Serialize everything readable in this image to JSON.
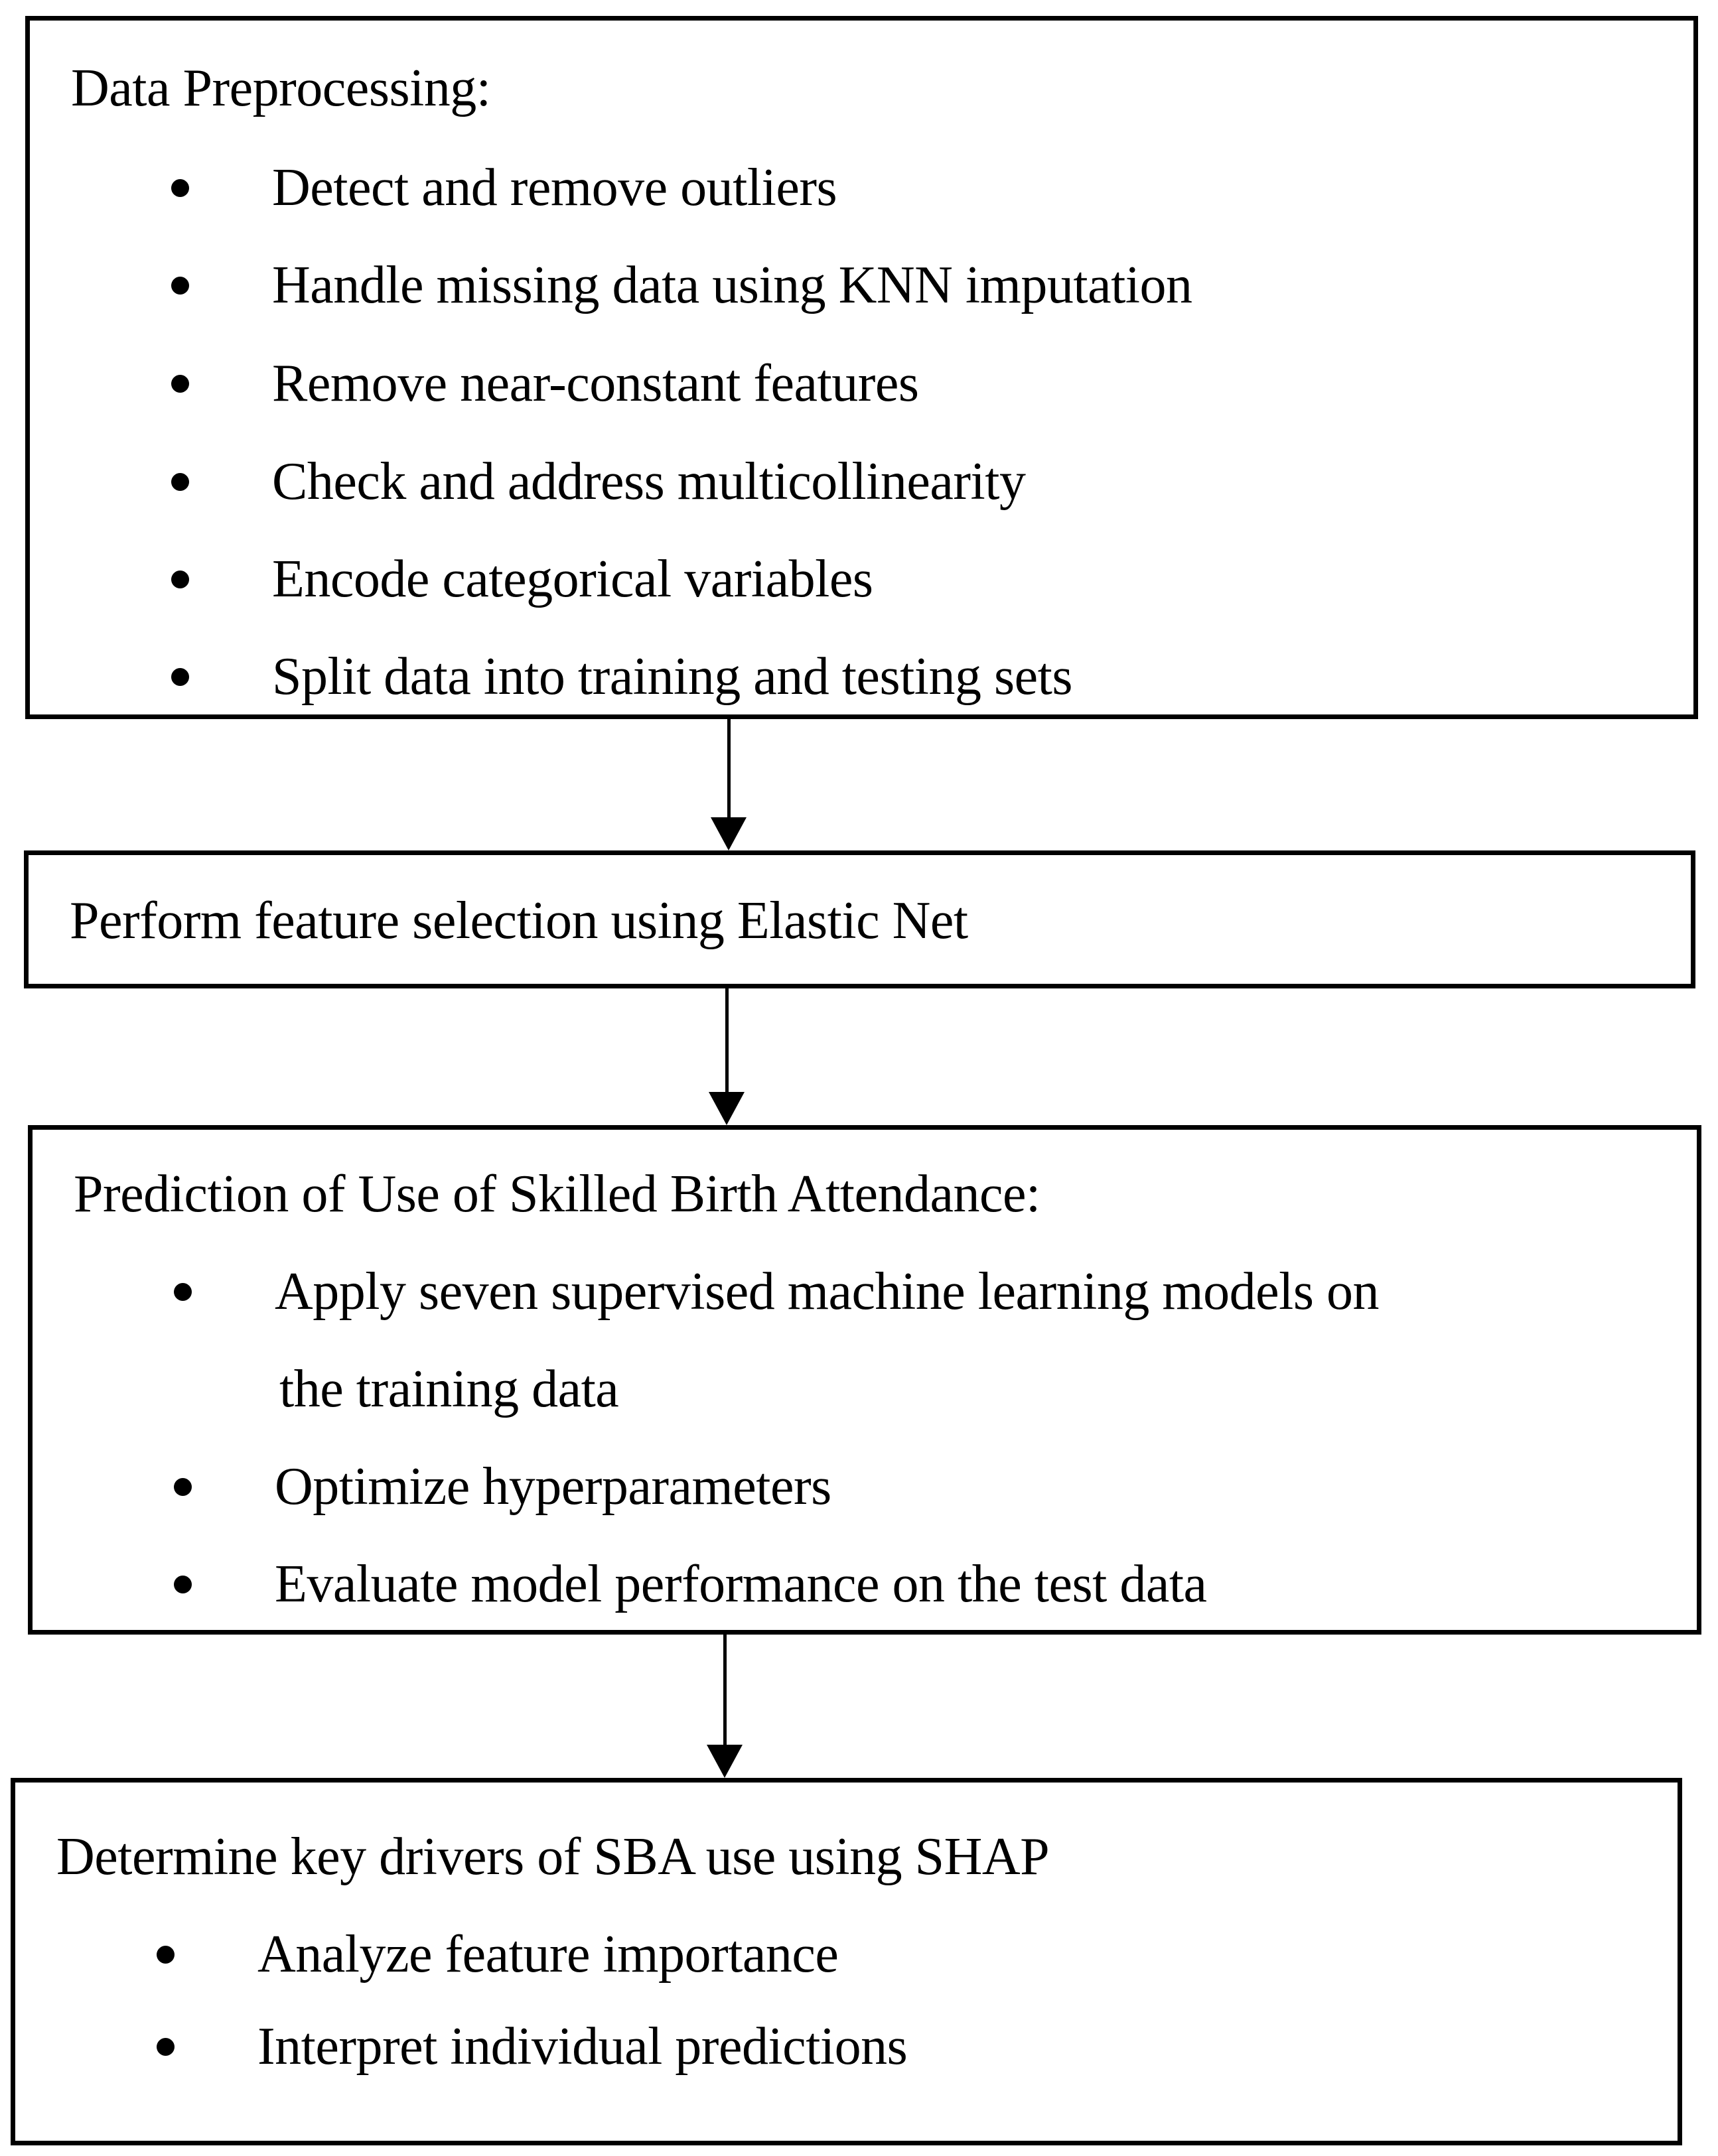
{
  "diagram": {
    "colors": {
      "background": "#ffffff",
      "border": "#000000",
      "text": "#000000"
    },
    "boxes": [
      {
        "id": "data-preprocessing",
        "title": "Data Preprocessing:",
        "bullets": [
          [
            "Detect and remove outliers"
          ],
          [
            "Handle missing data using KNN imputation"
          ],
          [
            "Remove near-constant features"
          ],
          [
            "Check and address multicollinearity"
          ],
          [
            "Encode categorical variables"
          ],
          [
            "Split data into training and testing sets"
          ]
        ]
      },
      {
        "id": "feature-selection",
        "title": "Perform feature selection using Elastic Net",
        "bullets": []
      },
      {
        "id": "sba-prediction",
        "title": "Prediction of Use of Skilled Birth Attendance:",
        "bullets": [
          [
            "Apply seven supervised machine learning models on",
            "the training data"
          ],
          [
            "Optimize hyperparameters"
          ],
          [
            "Evaluate model performance on the test data"
          ]
        ]
      },
      {
        "id": "shap-analysis",
        "title": "Determine key drivers of SBA use using SHAP",
        "bullets": [
          [
            "Analyze feature importance"
          ],
          [
            "Interpret individual predictions"
          ]
        ]
      }
    ]
  }
}
